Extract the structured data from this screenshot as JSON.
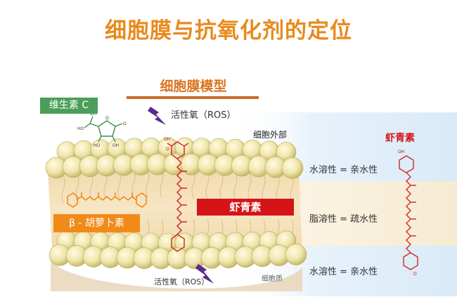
{
  "title": "细胞膜与抗氧化剂的定位",
  "model_label": "细胞膜模型",
  "vitamin_c_label": "维生素 C",
  "beta_carotene_label": "β - 胡萝卜素",
  "astaxanthin_label": "虾青素",
  "astaxanthin_side_label": "虾青素",
  "ros_label": "活性氧（ROS）",
  "ros_label_bottom": "活性氧（ROS）",
  "outside_label": "细胞外部",
  "cytoplasm_label": "细胞质",
  "zone_labels": [
    "水溶性 = 亲水性",
    "脂溶性 = 疏水性",
    "水溶性 = 亲水性"
  ],
  "molecule_atom_labels": {
    "vitc": [
      "HO",
      "OH",
      "O",
      "O",
      "HO",
      "OH"
    ],
    "astaxanthin": [
      "OH",
      "O",
      "O",
      "OH"
    ]
  },
  "colors": {
    "title": "#e98a1d",
    "vitamin_c_badge": "#4b9e5a",
    "beta_badge": "#f08b1a",
    "astaxanthin": "#d51417",
    "lipid_head": "#e8df9e",
    "membrane_core": "#f3dfb8",
    "lightning": "#5a2a8c"
  },
  "icons": [
    "lightning-bolt-icon-top",
    "lightning-bolt-icon-bottom"
  ]
}
